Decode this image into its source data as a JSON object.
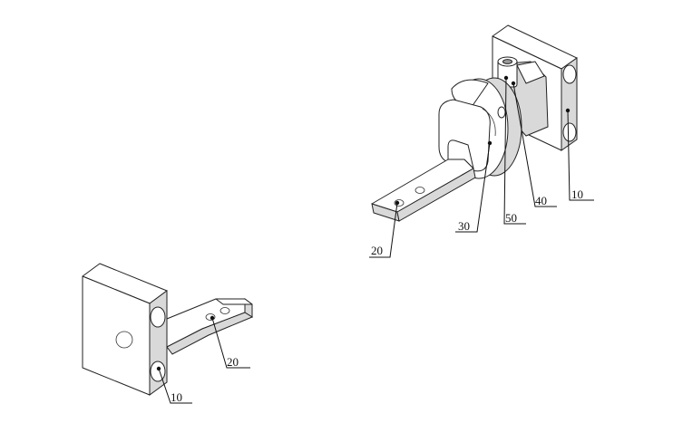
{
  "labels": {
    "left_10": "10",
    "left_20": "20",
    "right_10": "10",
    "right_20": "20",
    "right_30": "30",
    "right_40": "40",
    "right_50": "50"
  }
}
